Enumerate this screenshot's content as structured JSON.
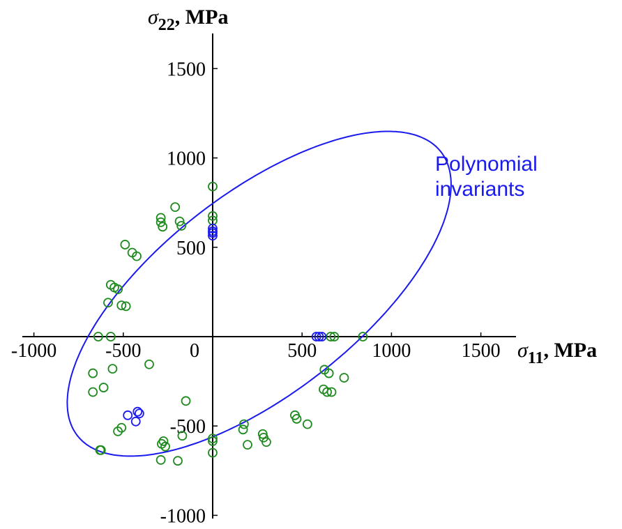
{
  "chart_data": {
    "type": "scatter",
    "title": "",
    "x_axis": {
      "symbol": "σ",
      "subscript": "11",
      "unit": ", MPa",
      "ticks": [
        -1000,
        -500,
        0,
        500,
        1000,
        1500
      ],
      "tick_labels": [
        "-1000",
        "-500",
        "0",
        "500",
        "1000",
        "1500"
      ],
      "range": [
        -1060,
        1680
      ]
    },
    "y_axis": {
      "symbol": "σ",
      "subscript": "22",
      "unit": ", MPa",
      "ticks": [
        -1000,
        -500,
        500,
        1000,
        1500
      ],
      "tick_labels": [
        "-1000",
        "-500",
        "500",
        "1000",
        "1500"
      ],
      "range": [
        -1010,
        1700
      ]
    },
    "grid": false,
    "series": [
      {
        "type": "scatter",
        "marker": "open-circle",
        "color": "#1f8a1f",
        "points": [
          [
            0,
            840
          ],
          [
            0,
            675
          ],
          [
            0,
            650
          ],
          [
            -210,
            725
          ],
          [
            -290,
            665
          ],
          [
            -290,
            640
          ],
          [
            -280,
            615
          ],
          [
            -185,
            645
          ],
          [
            -175,
            620
          ],
          [
            -490,
            515
          ],
          [
            -450,
            470
          ],
          [
            -425,
            450
          ],
          [
            -570,
            290
          ],
          [
            -550,
            275
          ],
          [
            -530,
            265
          ],
          [
            -585,
            190
          ],
          [
            -510,
            175
          ],
          [
            -485,
            170
          ],
          [
            -640,
            0
          ],
          [
            -570,
            0
          ],
          [
            660,
            0
          ],
          [
            680,
            0
          ],
          [
            840,
            0
          ],
          [
            -670,
            -205
          ],
          [
            -670,
            -310
          ],
          [
            -560,
            -180
          ],
          [
            -610,
            -285
          ],
          [
            -355,
            -155
          ],
          [
            -630,
            -635
          ],
          [
            -625,
            -635
          ],
          [
            -510,
            -510
          ],
          [
            -530,
            -530
          ],
          [
            -150,
            -360
          ],
          [
            -285,
            -600
          ],
          [
            -275,
            -585
          ],
          [
            -265,
            -615
          ],
          [
            -170,
            -555
          ],
          [
            -290,
            -690
          ],
          [
            -195,
            -695
          ],
          [
            0,
            -570
          ],
          [
            0,
            -585
          ],
          [
            0,
            -650
          ],
          [
            175,
            -490
          ],
          [
            170,
            -520
          ],
          [
            195,
            -605
          ],
          [
            280,
            -545
          ],
          [
            285,
            -565
          ],
          [
            300,
            -590
          ],
          [
            460,
            -440
          ],
          [
            470,
            -460
          ],
          [
            530,
            -490
          ],
          [
            625,
            -185
          ],
          [
            650,
            -205
          ],
          [
            620,
            -295
          ],
          [
            640,
            -310
          ],
          [
            665,
            -310
          ],
          [
            735,
            -230
          ]
        ]
      },
      {
        "type": "scatter",
        "marker": "open-circle",
        "color": "#1a1aee",
        "points": [
          [
            0,
            605
          ],
          [
            0,
            590
          ],
          [
            0,
            580
          ],
          [
            0,
            565
          ],
          [
            580,
            0
          ],
          [
            595,
            0
          ],
          [
            610,
            0
          ],
          [
            -420,
            -420
          ],
          [
            -410,
            -430
          ],
          [
            -475,
            -440
          ],
          [
            -430,
            -475
          ]
        ]
      },
      {
        "type": "line",
        "name": "Polynomial invariants",
        "color": "#1a1aee",
        "ellipse": {
          "center": [
            260,
            240
          ],
          "semi_major": 1290,
          "semi_minor": 560,
          "angle_deg": 38
        }
      }
    ],
    "annotation": {
      "text_lines": [
        "Polynomial",
        "invariants"
      ],
      "color": "#1a1aee"
    }
  }
}
